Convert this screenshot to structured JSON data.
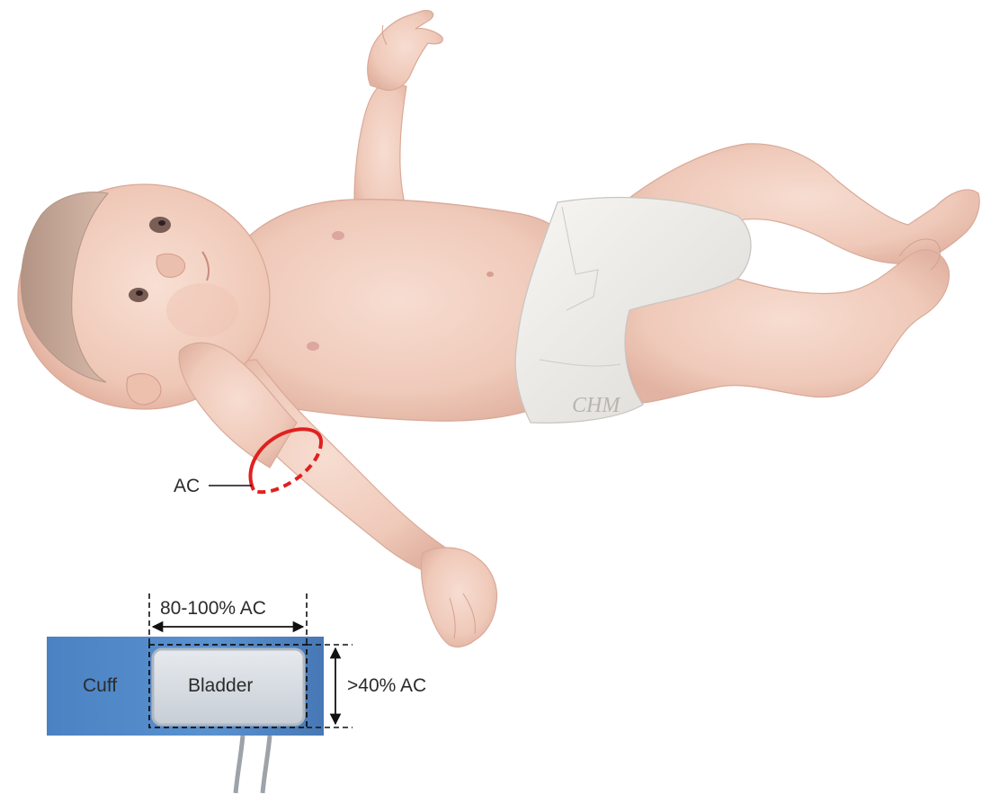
{
  "illustration": {
    "subject": "infant-lying-supine",
    "signature": "CHM"
  },
  "labels": {
    "arm_circumference": "AC",
    "cuff_width_measure": "80-100% AC",
    "bladder_height_measure": ">40% AC",
    "cuff": "Cuff",
    "bladder": "Bladder"
  },
  "colors": {
    "measurement_ring": "#e0201f",
    "cuff": "#4f86c6",
    "bladder": "#d8dde3",
    "skin": "#f2d3c6",
    "diaper": "#f3f2ef"
  }
}
